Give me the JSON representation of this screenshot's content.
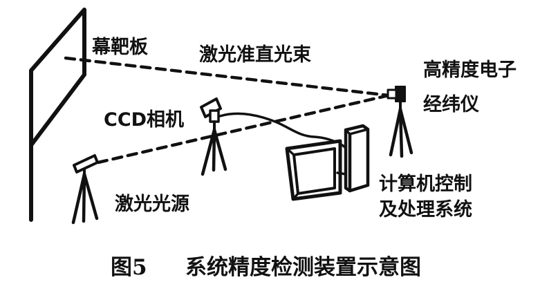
{
  "labels": {
    "screen": "幕靶板",
    "beam": "激光准直光束",
    "theodolite_line1": "高精度电子",
    "theodolite_line2": "经纬仪",
    "ccd": "CCD相机",
    "laser": "激光光源",
    "computer_line1": "计算机控制",
    "computer_line2": "及处理系统"
  },
  "caption": {
    "number": "图5",
    "text": "系统精度检测装置示意图"
  },
  "colors": {
    "ink": "#111111",
    "background": "#ffffff"
  }
}
